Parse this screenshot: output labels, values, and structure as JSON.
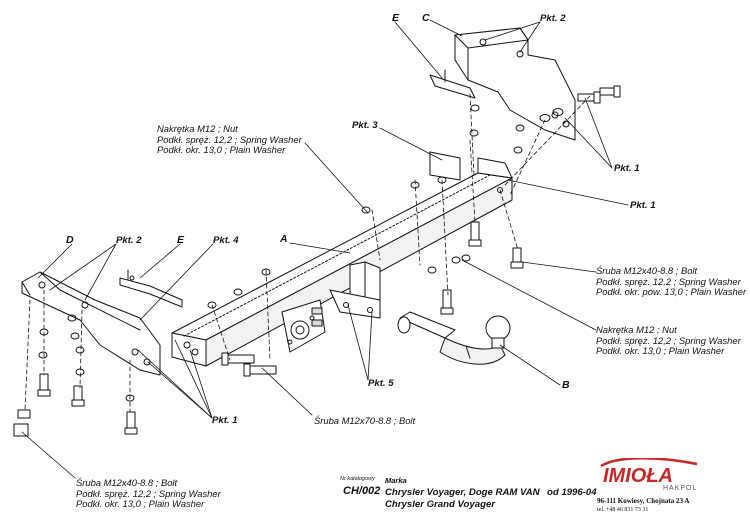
{
  "labels": {
    "A": "A",
    "B": "B",
    "C": "C",
    "D": "D",
    "E_top": "E",
    "E_left": "E",
    "pkt1_right_upper": "Pkt. 1",
    "pkt1_right_lower": "Pkt. 1",
    "pkt1_left": "Pkt. 1",
    "pkt2_top": "Pkt. 2",
    "pkt2_left": "Pkt. 2",
    "pkt3": "Pkt. 3",
    "pkt4": "Pkt. 4",
    "pkt5": "Pkt. 5"
  },
  "specs": {
    "nut_top": [
      "Nakrętka  M12 ; Nut",
      "Podkł. spręż. 12,2 ; Spring Washer",
      "Podkł. okr.  13,0 ; Plain Washer"
    ],
    "bolt_right": [
      "Śruba M12x40-8.8 ;  Bolt",
      "Podkł. spręż. 12,2 ; Spring Washer",
      "Podkł. okr. pow. 13,0 ; Plain Washer"
    ],
    "nut_right": [
      "Nakrętka  M12 ; Nut",
      "Podkł. spręż. 12,2 ; Spring Washer",
      "Podkł. okr.  13,0 ; Plain Washer"
    ],
    "bolt_center": "Śruba M12x70-8.8 ;  Bolt",
    "bolt_left": [
      "Śruba M12x40-8.8 ;  Bolt",
      "Podkł. spręż. 12,2 ; Spring Washer",
      "Podkł. okr. 13,0 ; Plain Washer"
    ]
  },
  "title_block": {
    "catalog_label": "Nr katalogowy",
    "catalog_number": "CH/002",
    "brand_label": "Marka",
    "model_line1": "Chrysler Voyager, Doge RAM VAN",
    "model_line2": "Chrysler Grand Voyager",
    "date": "od 1996-04"
  },
  "company": {
    "logo_text": "IMIOŁA",
    "logo_sub": "HAKPOL",
    "address": "96-111 Kowiesy, Chojnata 23 A",
    "phone": "tel. +48 46 831 73 31",
    "accent_color": "#c62828"
  }
}
